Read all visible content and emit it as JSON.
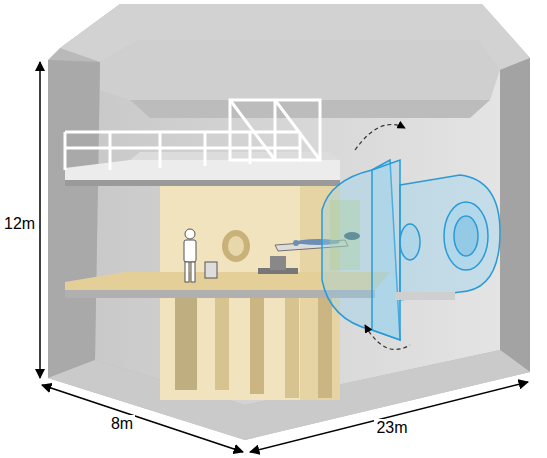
{
  "diagram": {
    "labels": [
      "12m",
      "8m",
      "23m"
    ]
  }
}
